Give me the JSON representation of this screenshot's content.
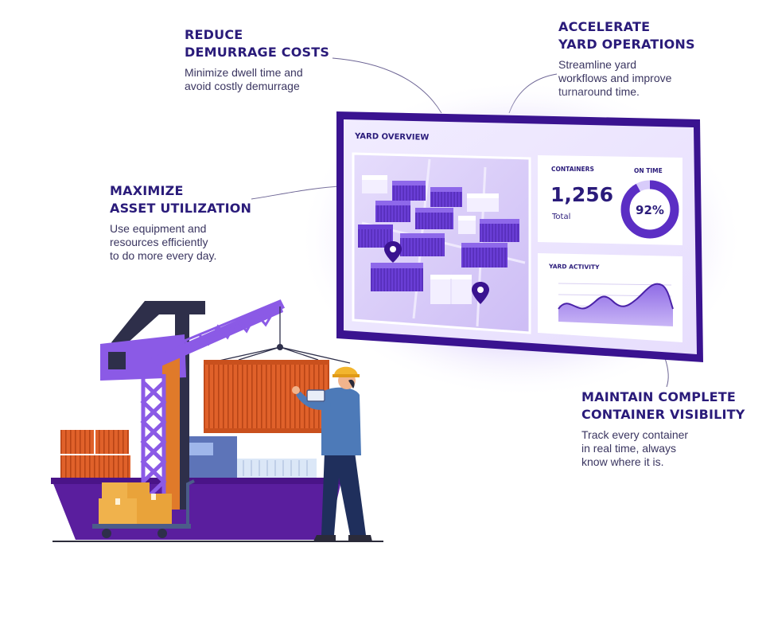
{
  "callouts": {
    "reduce": {
      "title": [
        "REDUCE",
        "DEMURRAGE COSTS"
      ],
      "body": [
        "Minimize dwell time and",
        "avoid costly demurrage"
      ]
    },
    "accelerate": {
      "title": [
        "ACCELERATE",
        "YARD OPERATIONS"
      ],
      "body": [
        "Streamline yard",
        "workflows and improve",
        "turnaround time."
      ]
    },
    "maximize": {
      "title": [
        "MAXIMIZE",
        "ASSET UTILIZATION"
      ],
      "body": [
        "Use equipment and",
        "resources efficiently",
        "to do more every day."
      ]
    },
    "visibility": {
      "title": [
        "MAINTAIN COMPLETE",
        "CONTAINER VISIBILITY"
      ],
      "body": [
        "Track every container",
        "in real time, always",
        "know where it is."
      ]
    }
  },
  "dashboard": {
    "title": "YARD OVERVIEW",
    "containers_label": "CONTAINERS",
    "containers_value": "1,256",
    "containers_sub": "Total",
    "ontime_label": "ON TIME",
    "ontime_value": "92%",
    "ontime_fraction": 0.92,
    "activity_label": "YARD ACTIVITY"
  },
  "colors": {
    "heading": "#2a1b7a",
    "purple": "#5b2ec4",
    "screen_frame": "#3a1390",
    "container_orange": "#e0612a",
    "ship_hull": "#5a1e9e"
  }
}
